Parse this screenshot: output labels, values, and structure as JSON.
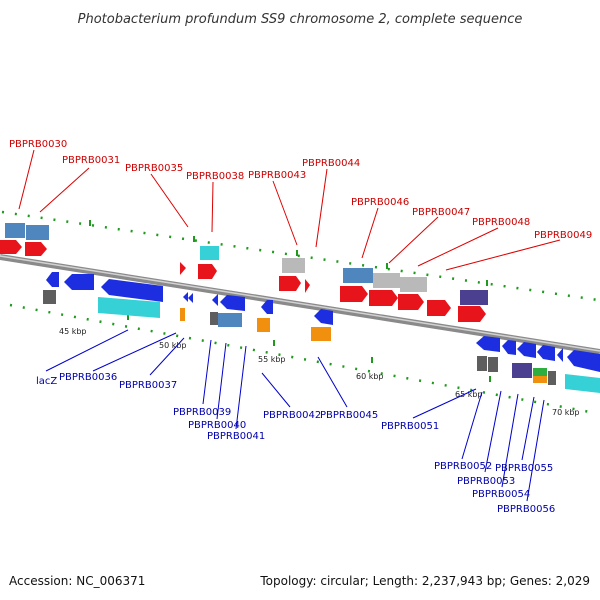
{
  "title": "Photobacterium profundum SS9 chromosome 2, complete sequence",
  "footer": {
    "accession": "Accession: NC_006371",
    "summary": "Topology: circular; Length: 2,237,943 bp; Genes: 2,029"
  },
  "scale": [
    "45 kbp",
    "50 kbp",
    "55 kbp",
    "60 kbp",
    "65 kbp",
    "70 kbp"
  ],
  "genes_top": [
    "PBPRB0030",
    "PBPRB0031",
    "PBPRB0035",
    "PBPRB0038",
    "PBPRB0043",
    "PBPRB0044",
    "PBPRB0046",
    "PBPRB0047",
    "PBPRB0048",
    "PBPRB0049"
  ],
  "genes_bottom": [
    "lacZ",
    "PBPRB0036",
    "PBPRB0037",
    "PBPRB0039",
    "PBPRB0040",
    "PBPRB0041",
    "PBPRB0042",
    "PBPRB0045",
    "PBPRB0051",
    "PBPRB0052",
    "PBPRB0053",
    "PBPRB0054",
    "PBPRB0055",
    "PBPRB0056"
  ],
  "colors": {
    "forward_cds": "#e8141c",
    "reverse_cds": "#1c2ee0",
    "steel": "#4f86be",
    "gray": "#b9b9b9",
    "cyan": "#35d1d6",
    "orange": "#f0900e",
    "purple": "#4b3f8f",
    "dark_gray": "#5e5e5e",
    "green": "#2eae3e",
    "tick": "#1f9a1f",
    "backbone": "#7a7a7a"
  }
}
